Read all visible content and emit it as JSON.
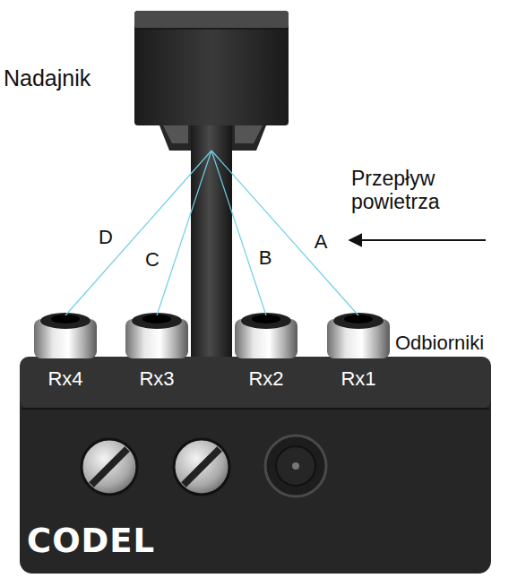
{
  "diagram": {
    "nodes": [
      {
        "text": [
          "Nadajnik"
        ]
      },
      {
        "text": [
          "Rx4"
        ]
      },
      {
        "text": [
          "Rx3"
        ]
      },
      {
        "text": [
          "Rx2"
        ]
      },
      {
        "text": [
          "Rx1"
        ]
      }
    ],
    "edges": [
      {
        "from": 0,
        "to": 1,
        "label": "D",
        "arrow": "none"
      },
      {
        "from": 0,
        "to": 2,
        "label": "C",
        "arrow": "none"
      },
      {
        "from": 0,
        "to": 3,
        "label": "B",
        "arrow": "none"
      },
      {
        "from": 0,
        "to": 4,
        "label": "A",
        "arrow": "none"
      }
    ],
    "labels": [
      "Przepływ powietrza",
      "Odbiorniki",
      "CODEL"
    ]
  }
}
